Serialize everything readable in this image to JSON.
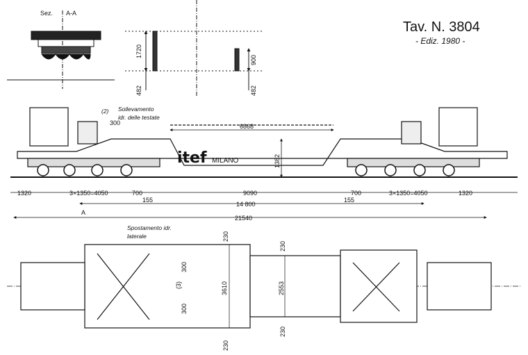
{
  "header": {
    "title": "Tav.  N. 3804",
    "edition": "- Ediz. 1980 -"
  },
  "section": {
    "label": "Sez.",
    "name": "A-A"
  },
  "brand": {
    "name": "itef",
    "city": "MILANO"
  },
  "notes": {
    "lift_marker": "(2)",
    "lift_line1": "Sollevamento",
    "lift_line2": "idr. delle testate",
    "shift_line1": "Spostamento idr.",
    "shift_line2": "laterale",
    "lateral_marker": "(3)",
    "section_mark": "A"
  },
  "dimensions": {
    "h1720": "1720",
    "h900": "900",
    "h482a": "482",
    "h482b": "482",
    "d300": "300",
    "d6868": "6868",
    "d1382": "1382",
    "d1320l": "1320",
    "d3x1350l": "3×1350=4050",
    "d700l": "700",
    "d155l": "155",
    "d9090": "9090",
    "d700r": "700",
    "d155r": "155",
    "d3x1350r": "3×1350=4050",
    "d1320r": "1320",
    "d14800": "14 800",
    "d21540": "21540",
    "p230a": "230",
    "p230b": "230",
    "p230c": "230",
    "p230d": "230",
    "p300a": "300",
    "p300b": "300",
    "p3610": "3610",
    "p2553": "2553"
  }
}
